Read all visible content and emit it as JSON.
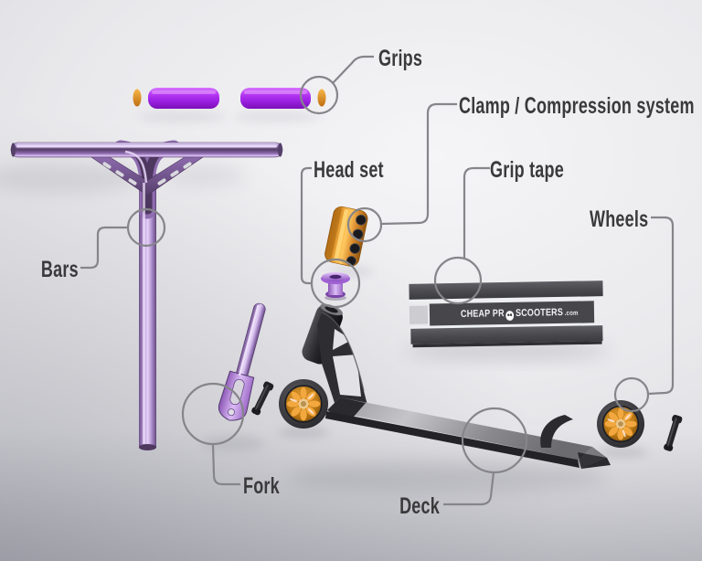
{
  "meta": {
    "type": "exploded-parts-diagram",
    "subject": "Pro scooter components"
  },
  "labels": {
    "grips": "Grips",
    "clamp": "Clamp / Compression system",
    "headset": "Head set",
    "grip_tape": "Grip tape",
    "wheels": "Wheels",
    "bars": "Bars",
    "fork": "Fork",
    "deck": "Deck"
  },
  "logo": {
    "prefix": "CHEAP PR",
    "main": "SCOOTERS",
    "suffix": ".com"
  },
  "colors": {
    "background": "#e9e9ec",
    "label_text": "#3a3a3c",
    "leader_line": "#85858a",
    "part_purple": "#a832f0",
    "part_lavender": "#c9a8e8",
    "part_gold": "#e8952c",
    "part_dark": "#2a2a2e"
  }
}
